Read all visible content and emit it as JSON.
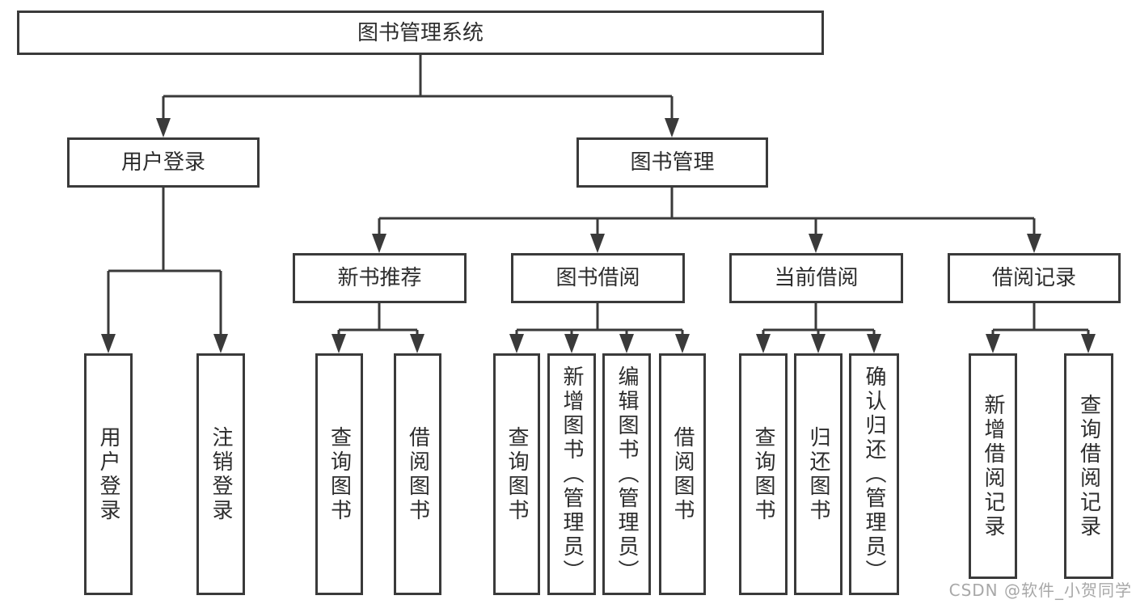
{
  "colors": {
    "line": "#3a3a3a",
    "box_border": "#3a3a3a",
    "text": "#2d2d2d",
    "background": "#ffffff",
    "watermark": "#a8a8a8"
  },
  "watermark": {
    "text": "CSDN @软件_小贺同学"
  },
  "tree": {
    "label": "图书管理系统",
    "children": [
      {
        "label": "用户登录",
        "children": [
          {
            "label": "用户登录"
          },
          {
            "label": "注销登录"
          }
        ]
      },
      {
        "label": "图书管理",
        "children": [
          {
            "label": "新书推荐",
            "children": [
              {
                "label": "查询图书"
              },
              {
                "label": "借阅图书"
              }
            ]
          },
          {
            "label": "图书借阅",
            "children": [
              {
                "label": "查询图书"
              },
              {
                "label": "新增图书（管理员）"
              },
              {
                "label": "编辑图书（管理员）"
              },
              {
                "label": "借阅图书"
              }
            ]
          },
          {
            "label": "当前借阅",
            "children": [
              {
                "label": "查询图书"
              },
              {
                "label": "归还图书"
              },
              {
                "label": "确认归还（管理员）"
              }
            ]
          },
          {
            "label": "借阅记录",
            "children": [
              {
                "label": "新增借阅记录"
              },
              {
                "label": "查询借阅记录"
              }
            ]
          }
        ]
      }
    ]
  }
}
